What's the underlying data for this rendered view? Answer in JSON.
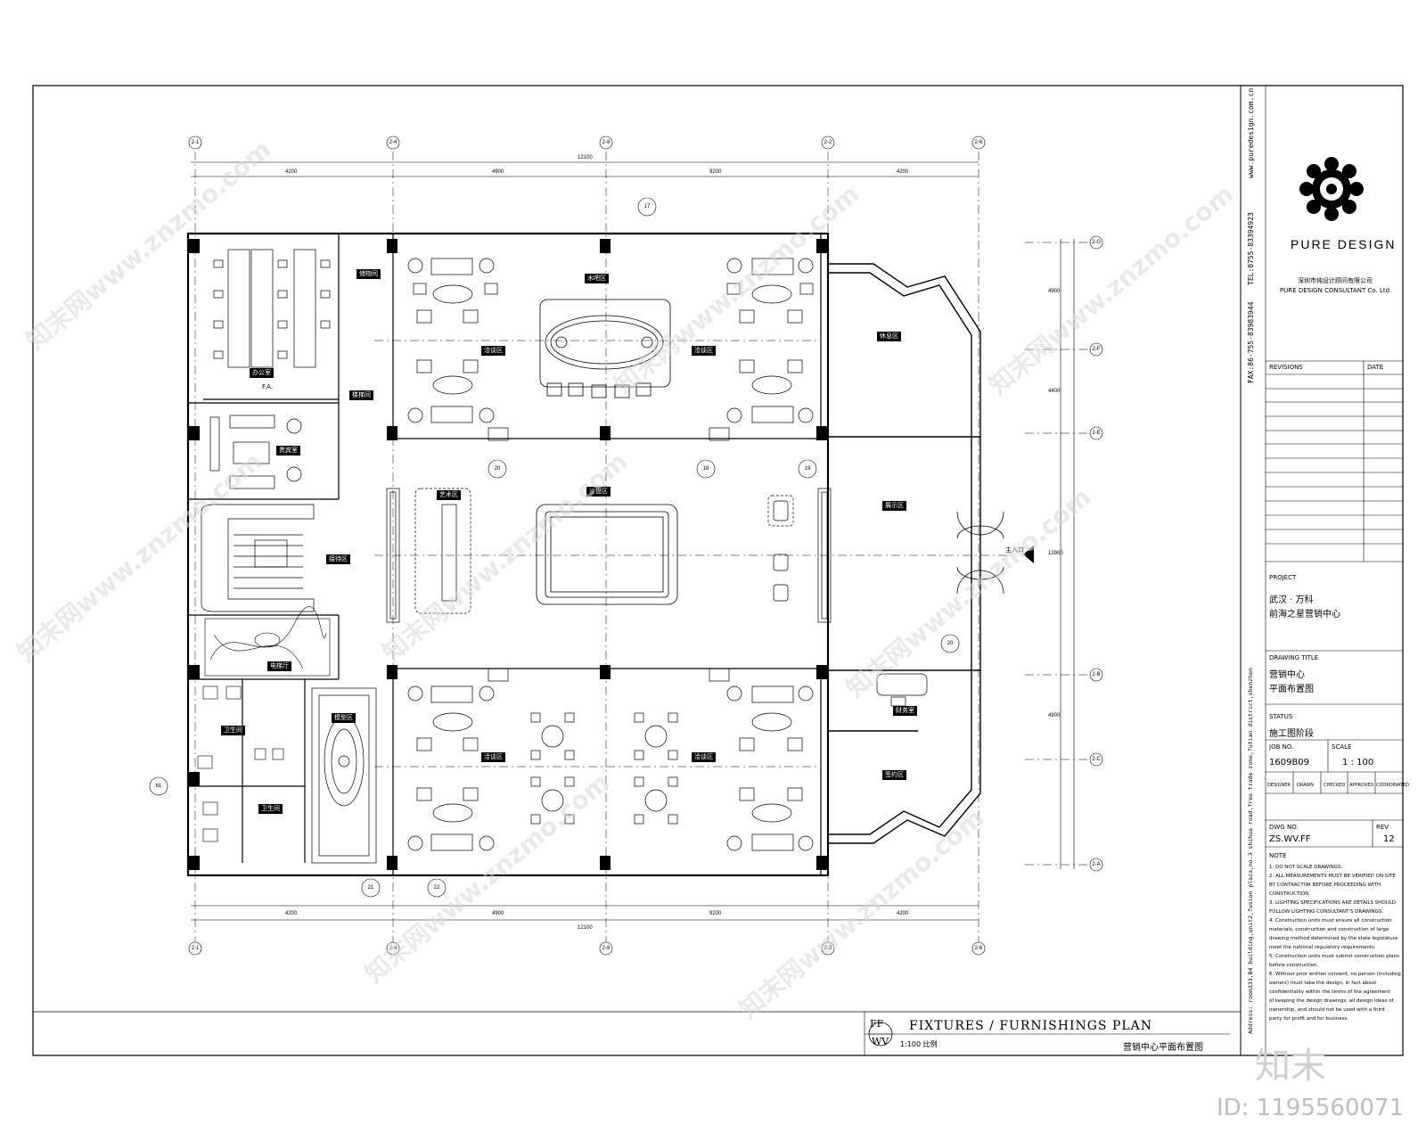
{
  "drawing": {
    "title_en": "FIXTURES / FURNISHINGS PLAN",
    "title_cn": "营销中心平面布置图",
    "code_top": "FF",
    "code_bottom": "WV",
    "scale_note": "1:100 比例",
    "entrance_label": "主入口"
  },
  "grid_axes": {
    "top": [
      "2-1",
      "2-4",
      "2-8",
      "2-2",
      "2-6"
    ],
    "bottom": [
      "2-1",
      "2-4",
      "2-8",
      "2-2",
      "2-6"
    ],
    "right": [
      "2-G",
      "2-F",
      "2-E",
      "2-B",
      "2-C",
      "2-A"
    ],
    "left_marker": "61",
    "dims_top": [
      "4200",
      "4900",
      "9200",
      "4200"
    ],
    "total_top": "12100",
    "dims_right": [
      "4900",
      "4400",
      "4900",
      "12900"
    ]
  },
  "callouts": [
    "17",
    "20",
    "18",
    "19",
    "21",
    "22",
    "20"
  ],
  "rooms": [
    {
      "id": "office",
      "label": "办公室",
      "sub": "F.A."
    },
    {
      "id": "storage",
      "label": "储物间",
      "sub": ""
    },
    {
      "id": "stair-store",
      "label": "楼梯间",
      "sub": ""
    },
    {
      "id": "vip",
      "label": "贵宾室",
      "sub": ""
    },
    {
      "id": "lounge-top",
      "label": "水吧区",
      "sub": ""
    },
    {
      "id": "nego-left-top",
      "label": "洽谈区",
      "sub": ""
    },
    {
      "id": "nego-right-top",
      "label": "洽谈区",
      "sub": ""
    },
    {
      "id": "sand-table",
      "label": "沙盘区",
      "sub": ""
    },
    {
      "id": "display",
      "label": "展示区",
      "sub": ""
    },
    {
      "id": "reception",
      "label": "接待区",
      "sub": ""
    },
    {
      "id": "waiting",
      "label": "休息区",
      "sub": ""
    },
    {
      "id": "lift",
      "label": "电梯厅",
      "sub": ""
    },
    {
      "id": "nego-left-bot",
      "label": "洽谈区",
      "sub": ""
    },
    {
      "id": "nego-right-bot",
      "label": "洽谈区",
      "sub": ""
    },
    {
      "id": "model",
      "label": "模型区",
      "sub": ""
    },
    {
      "id": "wc",
      "label": "卫生间",
      "sub": ""
    },
    {
      "id": "wc2",
      "label": "卫生间",
      "sub": ""
    },
    {
      "id": "signing",
      "label": "签约区",
      "sub": ""
    },
    {
      "id": "finance",
      "label": "财务室",
      "sub": ""
    },
    {
      "id": "art",
      "label": "艺术区",
      "sub": ""
    }
  ],
  "titleblock": {
    "brand": "PURE DESIGN",
    "company_cn": "深圳市纯设计顾问有限公司",
    "company_en": "PURE DESIGN CONSULTANT Co. Ltd.",
    "tel": "TEL:0755-83394923",
    "fax": "FAX:86-755-83983944",
    "web": "www.puredesign.com.cn",
    "address": "Address: room333,B4 building,unit2,fusion plaza,no.3 shihua road,free trade zone,futian district,shenzhen",
    "revisions_label": "REVISIONS",
    "revisions_date": "DATE",
    "project_label": "PROJECT",
    "project_name_1": "武汉 · 万科",
    "project_name_2": "前海之星营销中心",
    "drawing_title_label": "DRAWING TITLE",
    "drawing_title_1": "营销中心",
    "drawing_title_2": "平面布置图",
    "status_label": "STATUS",
    "status_value": "施工图阶段",
    "job_no_label": "JOB NO.",
    "job_no_value": "1609B09",
    "scale_label": "SCALE",
    "scale_value": "1 : 100",
    "designer_label": "DESIGNER",
    "drawn_label": "DRAWN",
    "checked_label": "CHECKED",
    "approved_label": "APPROVED",
    "coordinated_label": "COORDINATED",
    "dwg_no_label": "DWG NO.",
    "dwg_no_value": "ZS.WV.FF",
    "rev_no_label": "REV",
    "rev_no_value": "12",
    "notes_label": "NOTE",
    "notes": [
      "1. DO NOT SCALE DRAWINGS.",
      "2. ALL MEASUREMENTS MUST BE VERIFIED ON SITE",
      "   BY CONTRACTOR BEFORE PROCEEDING WITH",
      "   CONSTRUCTION.",
      "3. LIGHTING SPECIFICATIONS ARE DETAILS SHOULD",
      "   FOLLOW LIGHTING CONSULTANT'S DRAWINGS.",
      "4. Construction units must ensure all construction",
      "   materials, construction and construction of large",
      "   drawing method determined by the state legislature",
      "   meet the national regulatory requirements.",
      "5. Construction units must submit construction plans",
      "   before construction.",
      "6. Without prior written consent, no person (including",
      "   owners) must take the design, in fact about",
      "   confidentiality within the terms of the agreement",
      "   of keeping the design drawings, all design ideas of",
      "   ownership, and should not be used with a third",
      "   party for profit and for business."
    ]
  },
  "watermarks": {
    "text": "知末网www.znzmo.com",
    "logo": "知末",
    "id": "ID: 1195560071"
  }
}
